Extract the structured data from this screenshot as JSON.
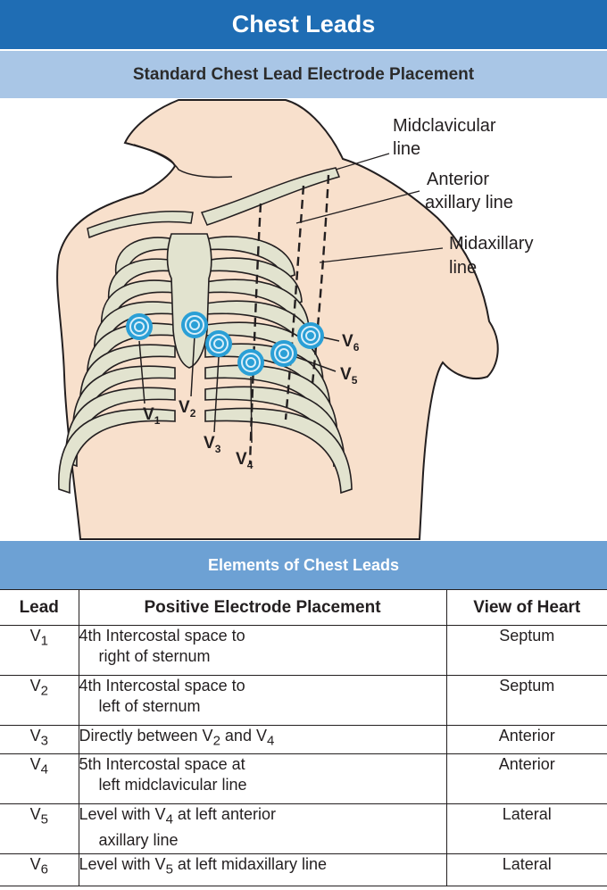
{
  "header": {
    "title": "Chest Leads",
    "subtitle": "Standard Chest Lead Electrode Placement"
  },
  "diagram": {
    "line_labels": {
      "midclavicular": [
        "Midclavicular",
        "line"
      ],
      "anterior_axillary": [
        "Anterior",
        "axillary line"
      ],
      "midaxillary": [
        "Midaxillary",
        "line"
      ]
    },
    "electrode_labels": [
      {
        "prefix": "V",
        "sub": "1"
      },
      {
        "prefix": "V",
        "sub": "2"
      },
      {
        "prefix": "V",
        "sub": "3"
      },
      {
        "prefix": "V",
        "sub": "4"
      },
      {
        "prefix": "V",
        "sub": "5"
      },
      {
        "prefix": "V",
        "sub": "6"
      }
    ],
    "colors": {
      "skin": "#f8e0cc",
      "bone": "#e2e3cf",
      "electrode": "#2a9fd6",
      "outline": "#231f20"
    }
  },
  "table": {
    "title": "Elements of Chest Leads",
    "headers": [
      "Lead",
      "Positive Electrode Placement",
      "View of Heart"
    ],
    "rows": [
      {
        "lead": "V",
        "sub": "1",
        "placement": [
          "4th Intercostal space to",
          "right of sternum"
        ],
        "view": "Septum"
      },
      {
        "lead": "V",
        "sub": "2",
        "placement": [
          "4th Intercostal space to",
          "left of sternum"
        ],
        "view": "Septum"
      },
      {
        "lead": "V",
        "sub": "3",
        "placement_parts": [
          "Directly between V",
          "2",
          " and V",
          "4"
        ],
        "view": "Anterior"
      },
      {
        "lead": "V",
        "sub": "4",
        "placement": [
          "5th Intercostal space at",
          "left midclavicular line"
        ],
        "view": "Anterior"
      },
      {
        "lead": "V",
        "sub": "5",
        "placement_parts": [
          "Level with V",
          "4",
          " at left anterior"
        ],
        "placement_cont": "axillary line",
        "view": "Lateral"
      },
      {
        "lead": "V",
        "sub": "6",
        "placement_parts": [
          "Level with V",
          "5",
          " at left midaxillary line"
        ],
        "view": "Lateral"
      }
    ]
  }
}
